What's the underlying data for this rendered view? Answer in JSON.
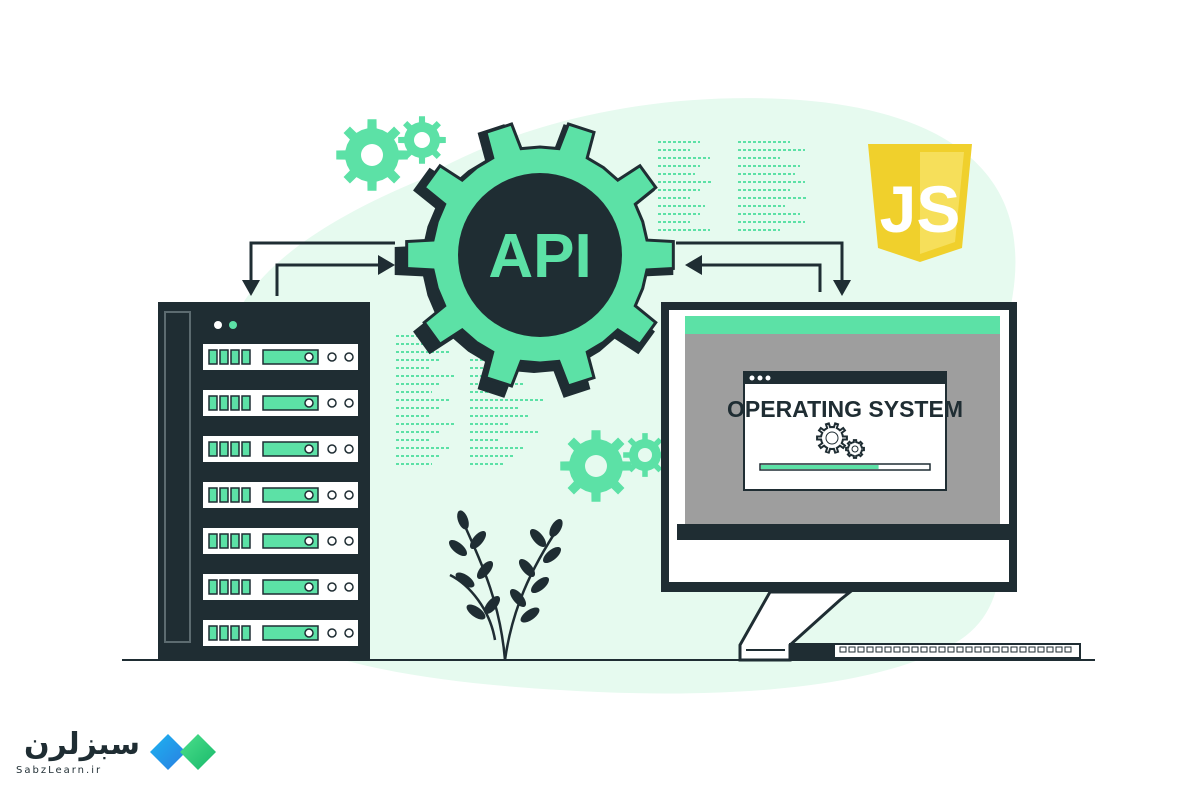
{
  "center": {
    "label": "API"
  },
  "client": {
    "window_title": "OPERATING SYSTEM",
    "progress": 0.7
  },
  "badge": {
    "label": "JS",
    "color": "#f0d02c"
  },
  "server": {
    "rack_units": 7
  },
  "brand": {
    "name": "سبزلرن",
    "domain": "SabzLearn.ir"
  },
  "colors": {
    "accent": "#5ce1a6",
    "dark": "#1f2d33",
    "blob": "#e6faef",
    "screen_gray": "#9e9e9e"
  }
}
